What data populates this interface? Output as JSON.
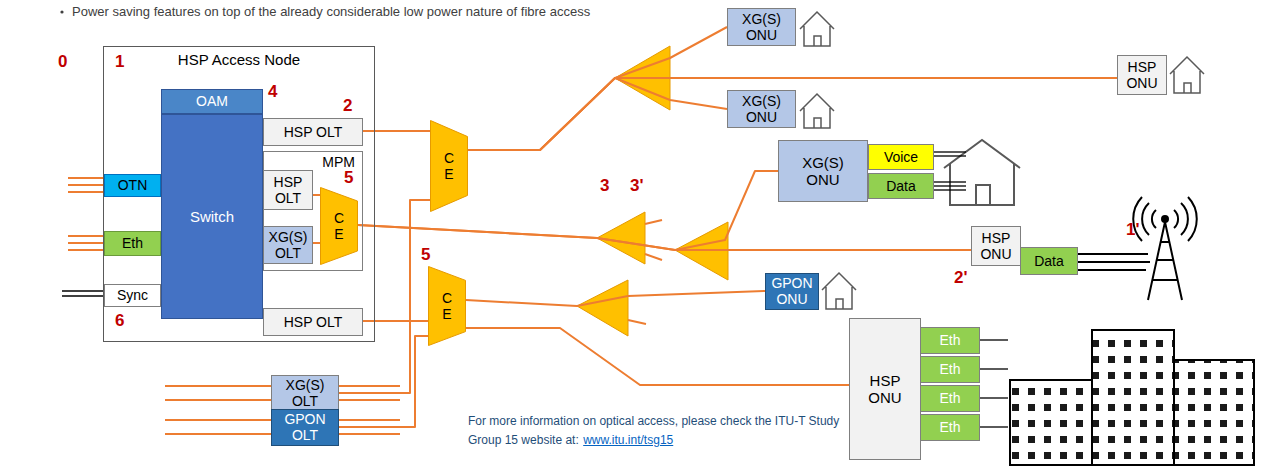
{
  "diagram": {
    "nodes": [
      {
        "text": [
          "HSP Access Node"
        ]
      },
      {
        "text": [
          "OAM"
        ],
        "in": 0
      },
      {
        "text": [
          "Switch"
        ],
        "in": 0
      },
      {
        "text": [
          "HSP OLT"
        ],
        "in": 0
      },
      {
        "text": [
          "MPM"
        ],
        "in": 0
      },
      {
        "text": [
          "HSP OLT"
        ],
        "in": 4
      },
      {
        "text": [
          "XG(S) OLT"
        ],
        "in": 4
      },
      {
        "text": [
          "C E"
        ],
        "in": 4
      },
      {
        "text": [
          "OTN"
        ],
        "in": 0
      },
      {
        "text": [
          "Eth"
        ],
        "in": 0
      },
      {
        "text": [
          "Sync"
        ],
        "in": 0
      },
      {
        "text": [
          "HSP OLT"
        ],
        "in": 0
      },
      {
        "text": [
          "XG(S) OLT"
        ]
      },
      {
        "text": [
          "GPON OLT"
        ]
      },
      {
        "text": [
          "C E"
        ]
      },
      {
        "text": [
          "C E"
        ]
      },
      {
        "text": [
          "XG(S) ONU"
        ]
      },
      {
        "text": [
          "HSP ONU"
        ]
      },
      {
        "text": [
          "XG(S) ONU"
        ]
      },
      {
        "text": [
          "XG(S) ONU"
        ]
      },
      {
        "text": [
          "Voice"
        ]
      },
      {
        "text": [
          "Data"
        ]
      },
      {
        "text": [
          "HSP ONU"
        ]
      },
      {
        "text": [
          "Data"
        ]
      },
      {
        "text": [
          "GPON ONU"
        ]
      },
      {
        "text": [
          "HSP ONU"
        ]
      },
      {
        "text": [
          "Eth"
        ]
      },
      {
        "text": [
          "Eth"
        ]
      },
      {
        "text": [
          "Eth"
        ]
      },
      {
        "text": [
          "Eth"
        ]
      }
    ],
    "edges": [
      {
        "from": 3,
        "to": 14,
        "arrow": "none"
      },
      {
        "from": 12,
        "to": 14,
        "arrow": "none"
      },
      {
        "from": 5,
        "to": 7,
        "arrow": "none"
      },
      {
        "from": 6,
        "to": 7,
        "arrow": "none"
      },
      {
        "from": 11,
        "to": 15,
        "arrow": "none"
      },
      {
        "from": 13,
        "to": 15,
        "arrow": "none"
      },
      {
        "from": 14,
        "to": 16,
        "arrow": "none"
      },
      {
        "from": 14,
        "to": 17,
        "arrow": "none"
      },
      {
        "from": 14,
        "to": 18,
        "arrow": "none"
      },
      {
        "from": 7,
        "to": 19,
        "arrow": "none"
      },
      {
        "from": 7,
        "to": 22,
        "arrow": "none"
      },
      {
        "from": 15,
        "to": 24,
        "arrow": "none"
      },
      {
        "from": 15,
        "to": 25,
        "arrow": "none"
      }
    ],
    "labels": [
      "Power saving features on top of the already considerable low power nature of fibre access",
      "0",
      "1",
      "4",
      "2",
      "5",
      "3",
      "3'",
      "5",
      "6",
      "1'",
      "2'",
      "For more information on optical access, please check the ITU-T Study Group 15 website at:",
      "www.itu.int/tsg15"
    ]
  }
}
